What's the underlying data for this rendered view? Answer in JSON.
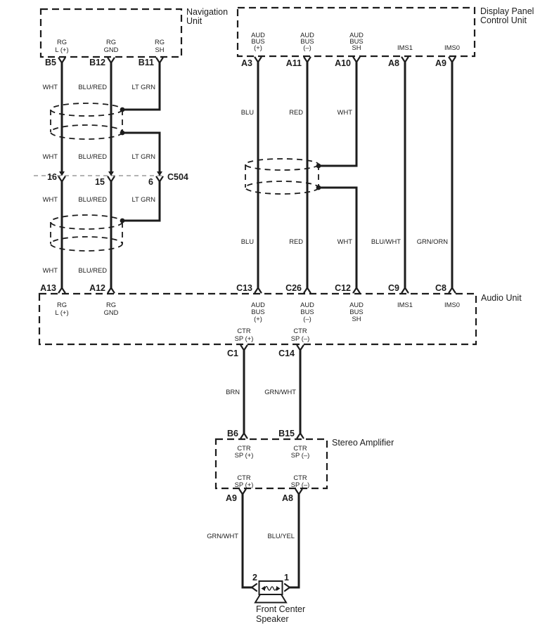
{
  "colors": {
    "line": "#1c1c1c",
    "connector_line": "#9a9a9a",
    "background": "#ffffff"
  },
  "navigation_unit": {
    "title": [
      "Navigation",
      "Unit"
    ],
    "pins": [
      {
        "signal": [
          "RG",
          "L (+)"
        ],
        "id": "B5",
        "wire": "WHT"
      },
      {
        "signal": [
          "RG",
          "GND"
        ],
        "id": "B12",
        "wire": "BLU/RED"
      },
      {
        "signal": [
          "RG",
          "SH"
        ],
        "id": "B11",
        "wire": "LT GRN"
      }
    ]
  },
  "display_unit": {
    "title": [
      "Display Panel",
      "Control Unit"
    ],
    "pins": [
      {
        "signal": [
          "AUD",
          "BUS",
          "(+)"
        ],
        "id": "A3",
        "wire": "BLU"
      },
      {
        "signal": [
          "AUD",
          "BUS",
          "(–)"
        ],
        "id": "A11",
        "wire": "RED"
      },
      {
        "signal": [
          "AUD",
          "BUS",
          "SH"
        ],
        "id": "A10",
        "wire": "WHT"
      },
      {
        "signal": [
          "IMS1"
        ],
        "id": "A8",
        "wire": "BLU/WHT"
      },
      {
        "signal": [
          "IMS0"
        ],
        "id": "A9",
        "wire": "GRN/ORN"
      }
    ]
  },
  "connector": {
    "label": "C504",
    "pins": [
      "16",
      "15",
      "6"
    ]
  },
  "wire_rows": {
    "left_row2": [
      "WHT",
      "BLU/RED",
      "LT GRN"
    ],
    "left_row3": [
      "WHT",
      "BLU/RED",
      "LT GRN"
    ],
    "left_row4": [
      "WHT",
      "BLU/RED"
    ],
    "right_row2": [
      "BLU",
      "RED",
      "WHT",
      "BLU/WHT",
      "GRN/ORN"
    ]
  },
  "audio_unit": {
    "title": "Audio Unit",
    "left_pins": [
      {
        "id": "A13",
        "signal": [
          "RG",
          "L (+)"
        ]
      },
      {
        "id": "A12",
        "signal": [
          "RG",
          "GND"
        ]
      }
    ],
    "right_pins": [
      {
        "id": "C13",
        "signal": [
          "AUD",
          "BUS",
          "(+)"
        ]
      },
      {
        "id": "C26",
        "signal": [
          "AUD",
          "BUS",
          "(–)"
        ]
      },
      {
        "id": "C12",
        "signal": [
          "AUD",
          "BUS",
          "SH"
        ]
      },
      {
        "id": "C9",
        "signal": [
          "IMS1"
        ]
      },
      {
        "id": "C8",
        "signal": [
          "IMS0"
        ]
      }
    ],
    "bottom_pins": [
      {
        "id": "C1",
        "signal": [
          "CTR",
          "SP (+)"
        ],
        "wire": "BRN"
      },
      {
        "id": "C14",
        "signal": [
          "CTR",
          "SP (–)"
        ],
        "wire": "GRN/WHT"
      }
    ]
  },
  "amplifier": {
    "title": "Stereo Amplifier",
    "top_pins": [
      {
        "id": "B6",
        "signal": [
          "CTR",
          "SP (+)"
        ]
      },
      {
        "id": "B15",
        "signal": [
          "CTR",
          "SP (–)"
        ]
      }
    ],
    "bottom_pins": [
      {
        "id": "A9",
        "signal": [
          "CTR",
          "SP (+)"
        ],
        "wire": "GRN/WHT"
      },
      {
        "id": "A8",
        "signal": [
          "CTR",
          "SP (–)"
        ],
        "wire": "BLU/YEL"
      }
    ]
  },
  "speaker": {
    "title": [
      "Front Center",
      "Speaker"
    ],
    "pins": [
      "2",
      "1"
    ]
  }
}
